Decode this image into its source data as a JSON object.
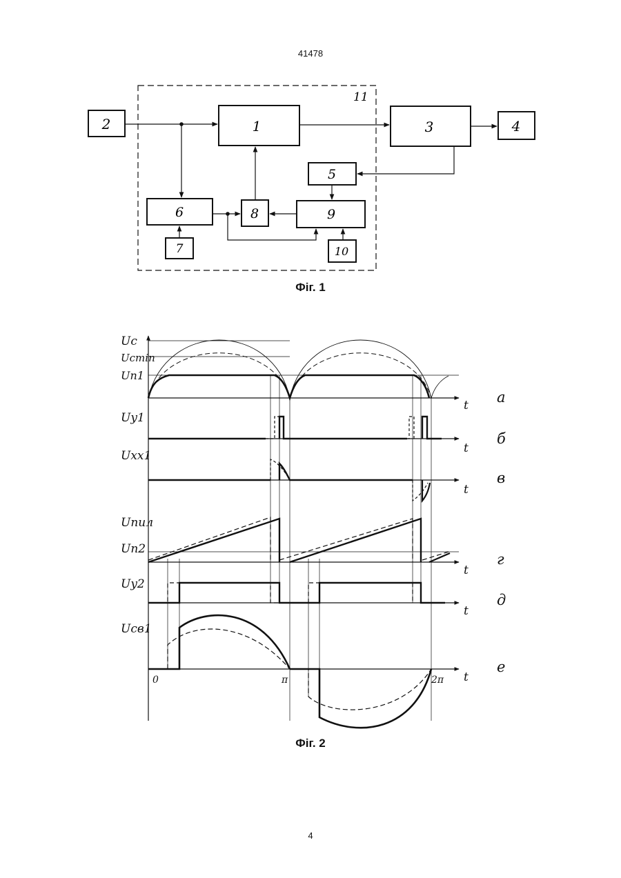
{
  "header": {
    "doc_number": "41478"
  },
  "footer": {
    "page_number": "4"
  },
  "figure1": {
    "caption": "Фіг. 1",
    "blocks": {
      "b1": "1",
      "b2": "2",
      "b3": "3",
      "b4": "4",
      "b5": "5",
      "b6": "6",
      "b7": "7",
      "b8": "8",
      "b9": "9",
      "b10": "10"
    },
    "enclosure_label": "11"
  },
  "figure2": {
    "caption": "Фіг. 2",
    "rows": [
      {
        "ylabel": "Uc",
        "letter": "a"
      },
      {
        "ylabel": "Uy1",
        "letter": "б"
      },
      {
        "ylabel": "Uxx1",
        "letter": "в"
      },
      {
        "ylabel": "Uпил",
        "letter": "г"
      },
      {
        "ylabel": "Uy2",
        "letter": "д"
      },
      {
        "ylabel": "Uсв1",
        "letter": "е"
      }
    ],
    "extra_labels": {
      "uc_min": "Ucmin",
      "un1": "Un1",
      "un2": "Un2"
    },
    "time_label": "t",
    "x_ticks": {
      "zero": "0",
      "pi": "π",
      "two_pi": "2π"
    }
  }
}
